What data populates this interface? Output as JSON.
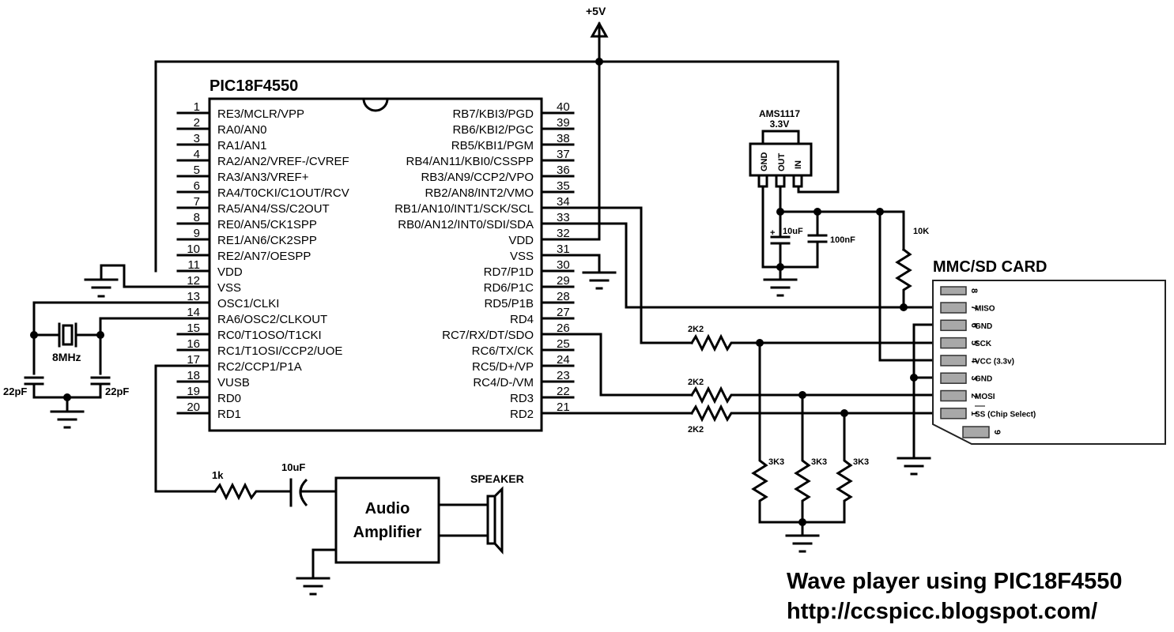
{
  "title": "Wave player using PIC18F4550",
  "url": "http://ccspicc.blogspot.com/",
  "power": {
    "supply_label": "+5V"
  },
  "mcu": {
    "name": "PIC18F4550",
    "left_pins": [
      {
        "num": "1",
        "label": "RE3/MCLR/VPP"
      },
      {
        "num": "2",
        "label": "RA0/AN0"
      },
      {
        "num": "3",
        "label": "RA1/AN1"
      },
      {
        "num": "4",
        "label": "RA2/AN2/VREF-/CVREF"
      },
      {
        "num": "5",
        "label": "RA3/AN3/VREF+"
      },
      {
        "num": "6",
        "label": "RA4/T0CKI/C1OUT/RCV"
      },
      {
        "num": "7",
        "label": "RA5/AN4/SS/C2OUT"
      },
      {
        "num": "8",
        "label": "RE0/AN5/CK1SPP"
      },
      {
        "num": "9",
        "label": "RE1/AN6/CK2SPP"
      },
      {
        "num": "10",
        "label": "RE2/AN7/OESPP"
      },
      {
        "num": "11",
        "label": "VDD"
      },
      {
        "num": "12",
        "label": "VSS"
      },
      {
        "num": "13",
        "label": "OSC1/CLKI"
      },
      {
        "num": "14",
        "label": "RA6/OSC2/CLKOUT"
      },
      {
        "num": "15",
        "label": "RC0/T1OSO/T1CKI"
      },
      {
        "num": "16",
        "label": "RC1/T1OSI/CCP2/UOE"
      },
      {
        "num": "17",
        "label": "RC2/CCP1/P1A"
      },
      {
        "num": "18",
        "label": "VUSB"
      },
      {
        "num": "19",
        "label": "RD0"
      },
      {
        "num": "20",
        "label": "RD1"
      }
    ],
    "right_pins": [
      {
        "num": "40",
        "label": "RB7/KBI3/PGD"
      },
      {
        "num": "39",
        "label": "RB6/KBI2/PGC"
      },
      {
        "num": "38",
        "label": "RB5/KBI1/PGM"
      },
      {
        "num": "37",
        "label": "RB4/AN11/KBI0/CSSPP"
      },
      {
        "num": "36",
        "label": "RB3/AN9/CCP2/VPO"
      },
      {
        "num": "35",
        "label": "RB2/AN8/INT2/VMO"
      },
      {
        "num": "34",
        "label": "RB1/AN10/INT1/SCK/SCL"
      },
      {
        "num": "33",
        "label": "RB0/AN12/INT0/SDI/SDA"
      },
      {
        "num": "32",
        "label": "VDD"
      },
      {
        "num": "31",
        "label": "VSS"
      },
      {
        "num": "30",
        "label": "RD7/P1D"
      },
      {
        "num": "29",
        "label": "RD6/P1C"
      },
      {
        "num": "28",
        "label": "RD5/P1B"
      },
      {
        "num": "27",
        "label": "RD4"
      },
      {
        "num": "26",
        "label": "RC7/RX/DT/SDO"
      },
      {
        "num": "25",
        "label": "RC6/TX/CK"
      },
      {
        "num": "24",
        "label": "RC5/D+/VP"
      },
      {
        "num": "23",
        "label": "RC4/D-/VM"
      },
      {
        "num": "22",
        "label": "RD3"
      },
      {
        "num": "21",
        "label": "RD2"
      }
    ]
  },
  "regulator": {
    "name": "AMS1117",
    "voltage": "3.3V",
    "pins": [
      "GND",
      "OUT",
      "IN"
    ]
  },
  "components": {
    "reg_cap_electrolytic": "10uF",
    "reg_cap_ceramic": "100nF",
    "pullup": "10K",
    "crystal": "8MHz",
    "crystal_cap_left": "22pF",
    "crystal_cap_right": "22pF",
    "audio_resistor": "1k",
    "audio_cap": "10uF",
    "series_res_1": "2K2",
    "series_res_2": "2K2",
    "series_res_3": "2K2",
    "div_res_1": "3K3",
    "div_res_2": "3K3",
    "div_res_3": "3K3"
  },
  "amplifier": {
    "line1": "Audio",
    "line2": "Amplifier"
  },
  "speaker": {
    "label": "SPEAKER"
  },
  "sdcard": {
    "title": "MMC/SD CARD",
    "pins": [
      {
        "num": "8",
        "label": ""
      },
      {
        "num": "7",
        "label": "MISO"
      },
      {
        "num": "6",
        "label": "GND"
      },
      {
        "num": "5",
        "label": "SCK"
      },
      {
        "num": "4",
        "label": "VCC (3.3v)"
      },
      {
        "num": "3",
        "label": "GND"
      },
      {
        "num": "2",
        "label": "MOSI"
      },
      {
        "num": "1",
        "label": "SS (Chip Select)"
      },
      {
        "num": "9",
        "label": ""
      }
    ]
  }
}
